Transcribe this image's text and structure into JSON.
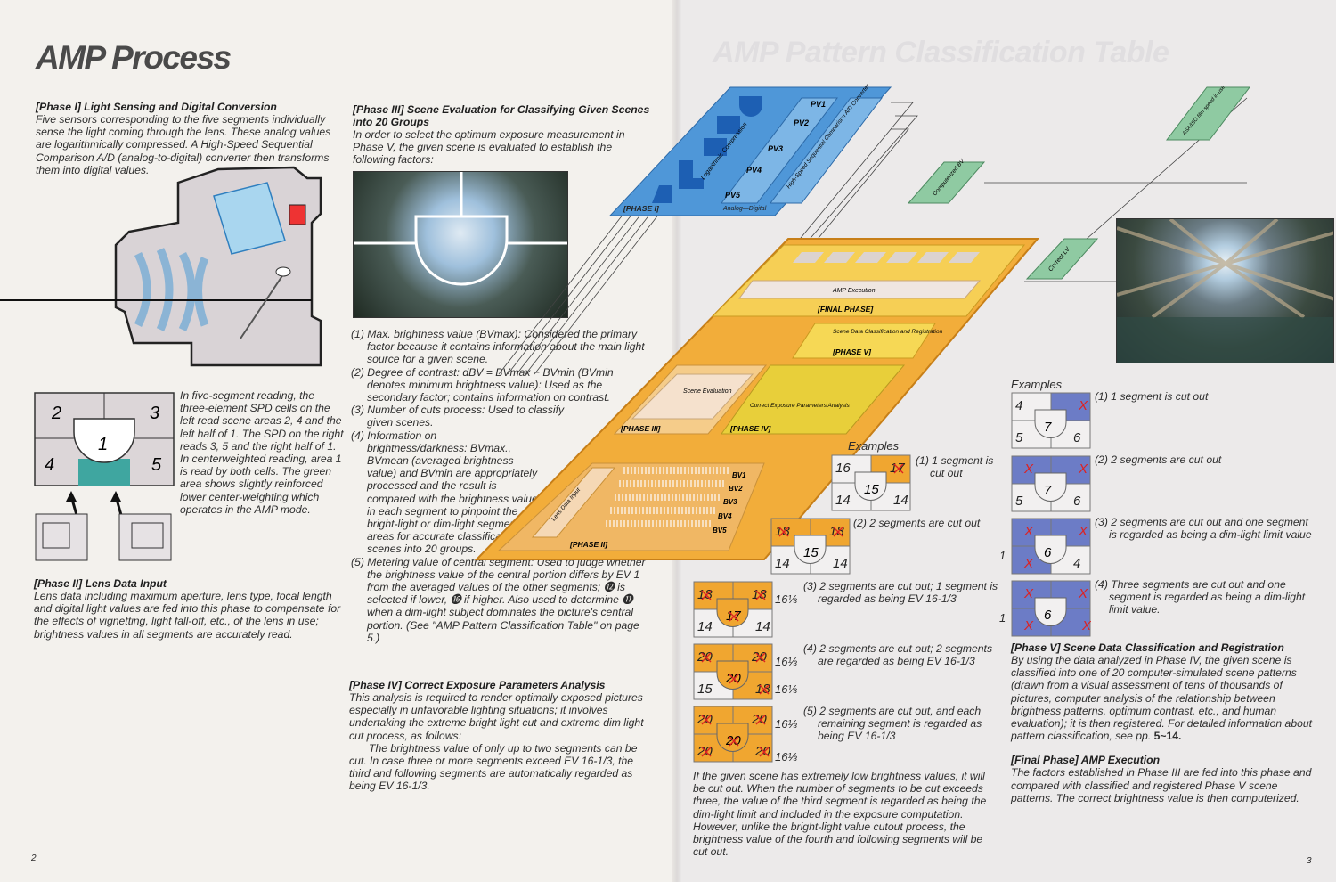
{
  "page_left": {
    "title": "AMP Process",
    "phase1": {
      "heading": "[Phase I] Light Sensing and Digital Conversion",
      "body": "Five sensors corresponding to the five segments individually sense the light coming through the lens. These analog values are logarithmically compressed. A High-Speed Sequential Comparison A/D (analog-to-digital) converter then transforms them into digital values."
    },
    "segments": {
      "labels": [
        "2",
        "3",
        "1",
        "4",
        "5"
      ],
      "caption": "In five-segment reading, the three-element SPD cells on the left read scene areas 2, 4 and the left half of 1. The SPD on the right reads 3, 5 and the right half of 1. In centerweighted reading, area 1 is read by both cells. The green area shows slightly reinforced lower center-weighting which operates in the AMP mode."
    },
    "phase2": {
      "heading": "[Phase II] Lens Data Input",
      "body": "Lens data including maximum aperture, lens type, focal length and digital light values are fed into this phase to compensate for the effects of vignetting, light fall-off, etc., of the lens in use; brightness values in all segments are accurately read."
    },
    "phase3": {
      "heading": "[Phase III] Scene Evaluation for Classifying Given Scenes into 20 Groups",
      "body": "In order to select the optimum exposure measurement in Phase V, the given scene is evaluated to establish the following factors:",
      "items": [
        "(1) Max. brightness value (BVmax): Considered the primary factor because it contains information about the main light source for a given scene.",
        "(2) Degree of contrast: dBV = BVmax − BVmin (BVmin denotes minimum brightness value): Used as the secondary factor; contains information on contrast.",
        "(3) Number of cuts process: Used to classify given scenes.",
        "(4) Information on brightness/darkness: BVmax., BVmean (averaged brightness value) and BVmin are appropriately processed and the result is compared with the brightness value in each segment to pinpoint the bright-light or dim-light segment areas for accurate classification of scenes into 20 groups.",
        "(5) Metering value of central segment: Used to judge whether the brightness value of the central portion differs by EV 1 from the averaged values of the other segments; ⓬ is selected if lower, ⓰ if higher. Also used to determine ⓫ when a dim-light subject dominates the picture's central portion. (See \"AMP Pattern Classification Table\" on page 5.)"
      ]
    },
    "phase4": {
      "heading": "[Phase IV] Correct Exposure Parameters Analysis",
      "body": "This analysis is required to render optimally exposed pictures especially in unfavorable lighting situations; it involves undertaking the extreme bright light cut and extreme dim light cut process, as follows:",
      "body2": "The brightness value of only up to two segments can be cut. In case three or more segments exceed EV 16-1/3, the third and following segments are automatically regarded as being EV 16-1/3."
    },
    "page_number": "2"
  },
  "diagram": {
    "phase1": {
      "label": "[PHASE I]",
      "pv": [
        "PV1",
        "PV2",
        "PV3",
        "PV4",
        "PV5"
      ],
      "log": "Logarithmic Compression",
      "adc": "High-Speed Sequential Comparison A/D Converter",
      "ad": "Analog—Digital"
    },
    "tags": {
      "bv": "Computerized BV",
      "asa": "ASA/ISO film speed in use",
      "lv": "Correct LV"
    },
    "final": {
      "label": "[FINAL PHASE]",
      "exec": "AMP Execution"
    },
    "phase5": {
      "label": "[PHASE V]",
      "text": "Scene Data Classification and Registration"
    },
    "phase3": {
      "label": "[PHASE III]",
      "text": "Scene Evaluation"
    },
    "phase4": {
      "label": "[PHASE IV]",
      "text": "Correct Exposure Parameters Analysis"
    },
    "phase2": {
      "label": "[PHASE II]",
      "text": "Lens Data Input",
      "bv": [
        "BV1",
        "BV2",
        "BV3",
        "BV4",
        "BV5"
      ]
    },
    "colors": {
      "blue": "#4f97d8",
      "orange": "#f2ad3a",
      "yellow": "#f5d84a",
      "green": "#8fcaa2"
    }
  },
  "bright_examples": {
    "title": "Examples",
    "items": [
      {
        "caption": "(1) 1 segment is cut out",
        "cells": [
          "16",
          "17",
          "14",
          "14"
        ],
        "center": "15",
        "cut": [
          false,
          true,
          false,
          false
        ],
        "centerCut": false,
        "fill": [
          "w",
          "o",
          "w",
          "w"
        ],
        "centerFill": "w",
        "ev": []
      },
      {
        "caption": "(2) 2 segments are cut out",
        "cells": [
          "18",
          "18",
          "14",
          "14"
        ],
        "center": "15",
        "cut": [
          true,
          true,
          false,
          false
        ],
        "centerCut": false,
        "fill": [
          "o",
          "o",
          "w",
          "w"
        ],
        "centerFill": "w",
        "ev": []
      },
      {
        "caption": "(3) 2 segments are cut out; 1 segment is regarded as being EV 16-1/3",
        "cells": [
          "18",
          "18",
          "14",
          "14"
        ],
        "center": "17",
        "cut": [
          true,
          true,
          false,
          false
        ],
        "centerCut": true,
        "fill": [
          "o",
          "o",
          "w",
          "w"
        ],
        "centerFill": "o",
        "ev": [
          "16⅓"
        ]
      },
      {
        "caption": "(4) 2 segments are cut out; 2 segments are regarded as being EV 16-1/3",
        "cells": [
          "20",
          "20",
          "15",
          "18"
        ],
        "center": "20",
        "cut": [
          true,
          true,
          false,
          true
        ],
        "centerCut": true,
        "fill": [
          "o",
          "o",
          "w",
          "o"
        ],
        "centerFill": "o",
        "ev": [
          "16⅓",
          "16⅓"
        ]
      },
      {
        "caption": "(5) 2 segments are cut out, and each remaining segment is regarded as being EV 16-1/3",
        "cells": [
          "20",
          "20",
          "20",
          "20"
        ],
        "center": "20",
        "cut": [
          true,
          true,
          true,
          true
        ],
        "centerCut": true,
        "fill": [
          "o",
          "o",
          "o",
          "o"
        ],
        "centerFill": "o",
        "ev": [
          "16⅓",
          "16⅓"
        ]
      }
    ],
    "note": "If the given scene has extremely low brightness values, it will be cut out. When the number of segments to be cut exceeds three, the value of the third segment is regarded as being the dim-light limit and included in the exposure computation. However, unlike the bright-light value cutout process, the brightness value of the fourth and following segments will be cut out."
  },
  "dim_examples": {
    "title": "Examples",
    "items": [
      {
        "caption": "(1) 1 segment is cut out",
        "cells": [
          "4",
          "X",
          "5",
          "6"
        ],
        "center": "7",
        "fill": [
          "w",
          "b",
          "w",
          "w"
        ],
        "limit": ""
      },
      {
        "caption": "(2) 2 segments are cut out",
        "cells": [
          "X",
          "X",
          "5",
          "6"
        ],
        "center": "7",
        "fill": [
          "b",
          "b",
          "w",
          "w"
        ],
        "limit": ""
      },
      {
        "caption": "(3) 2 segments are cut out and one segment is regarded as being a dim-light limit value",
        "cells": [
          "X",
          "X",
          "X",
          "4"
        ],
        "center": "6",
        "fill": [
          "b",
          "b",
          "b",
          "w"
        ],
        "limit": "1"
      },
      {
        "caption": "(4) Three segments are cut out and one segment is regarded as being a dim-light limit value.",
        "cells": [
          "X",
          "X",
          "X",
          "X"
        ],
        "center": "6",
        "fill": [
          "b",
          "b",
          "b",
          "b"
        ],
        "limit": "1"
      }
    ]
  },
  "page_right": {
    "ghost_title": "AMP Pattern Classification Table",
    "phase5": {
      "heading": "[Phase V] Scene Data Classification and Registration",
      "body": "By using the data analyzed in Phase IV, the given scene is classified into one of 20 computer-simulated scene patterns (drawn from a visual assessment of tens of thousands of pictures, computer analysis of the relationship between brightness patterns, optimum contrast, etc., and human evaluation); it is then registered. For detailed information about pattern classification, see pp. ",
      "pages": "5~14."
    },
    "final": {
      "heading": "[Final Phase] AMP Execution",
      "body": "The factors established in Phase III are fed into this phase and compared with classified and registered Phase V scene patterns. The correct brightness value is then computerized."
    },
    "page_number": "3"
  }
}
